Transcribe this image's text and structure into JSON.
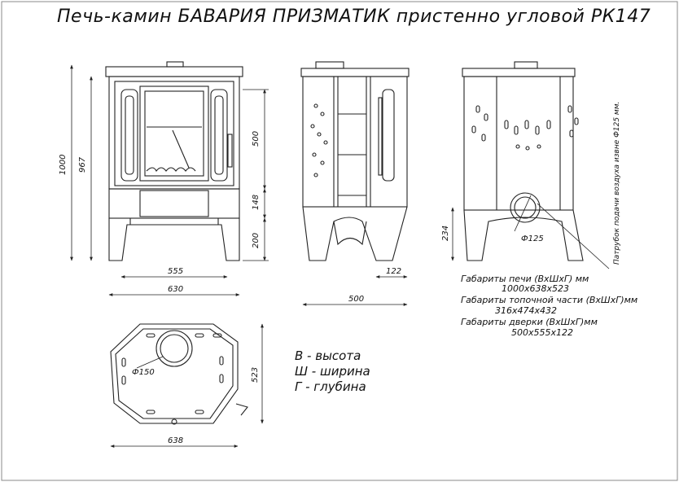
{
  "title": "Печь-камин БАВАРИЯ ПРИЗМАТИК пристенно угловой РК147",
  "front_view": {
    "dim_height_total": "1000",
    "dim_height_body": "967",
    "dim_door_height": "500",
    "dim_ash_height": "148",
    "dim_leg_height": "200",
    "dim_width_inner": "555",
    "dim_width_total": "630"
  },
  "side_view": {
    "dim_depth": "500",
    "dim_door_depth": "122"
  },
  "back_view": {
    "dim_inlet_height": "234",
    "dim_inlet_diameter": "Ф125",
    "inlet_note": "Патрубок подачи воздуха извне Ф125 мм."
  },
  "top_view": {
    "dim_flue_diameter": "Ф150",
    "dim_depth": "523",
    "dim_width": "638"
  },
  "specs": [
    {
      "label": "Габариты печи (ВхШхГ) мм",
      "value": "1000х638х523"
    },
    {
      "label": "Габариты топочной части (ВхШхГ)мм",
      "value": "316х474х432"
    },
    {
      "label": "Габариты дверки (ВхШхГ)мм",
      "value": "500х555х122"
    }
  ],
  "legend": [
    "В - высота",
    "Ш - ширина",
    "Г - глубина"
  ]
}
